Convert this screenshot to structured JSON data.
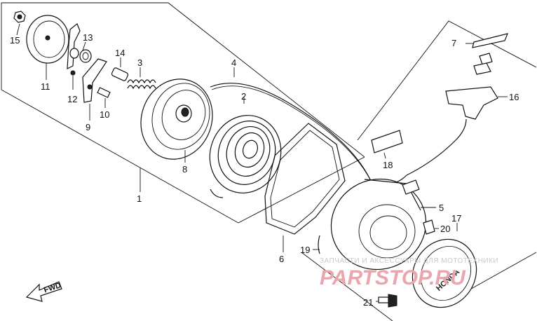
{
  "parts": [
    {
      "id": "p1",
      "label": "1"
    },
    {
      "id": "p2",
      "label": "2"
    },
    {
      "id": "p3",
      "label": "3"
    },
    {
      "id": "p4",
      "label": "4"
    },
    {
      "id": "p5",
      "label": "5"
    },
    {
      "id": "p6",
      "label": "6"
    },
    {
      "id": "p7",
      "label": "7"
    },
    {
      "id": "p8",
      "label": "8"
    },
    {
      "id": "p9",
      "label": "9"
    },
    {
      "id": "p10",
      "label": "10"
    },
    {
      "id": "p11",
      "label": "11"
    },
    {
      "id": "p12",
      "label": "12"
    },
    {
      "id": "p13",
      "label": "13"
    },
    {
      "id": "p14",
      "label": "14"
    },
    {
      "id": "p15",
      "label": "15"
    },
    {
      "id": "p16",
      "label": "16"
    },
    {
      "id": "p17",
      "label": "17"
    },
    {
      "id": "p18",
      "label": "18"
    },
    {
      "id": "p19",
      "label": "19"
    },
    {
      "id": "p20",
      "label": "20"
    },
    {
      "id": "p21",
      "label": "21"
    }
  ],
  "direction_marker": "FWD",
  "watermark": {
    "top_text": "ЗАПЧАСТИ И АКСЕССУАРЫ ДЛЯ МОТОТЕХНИКИ",
    "brand_text": "PARTSTOP.RU",
    "color": "#e9a6ad"
  },
  "cover_badge_text": "HONDA"
}
